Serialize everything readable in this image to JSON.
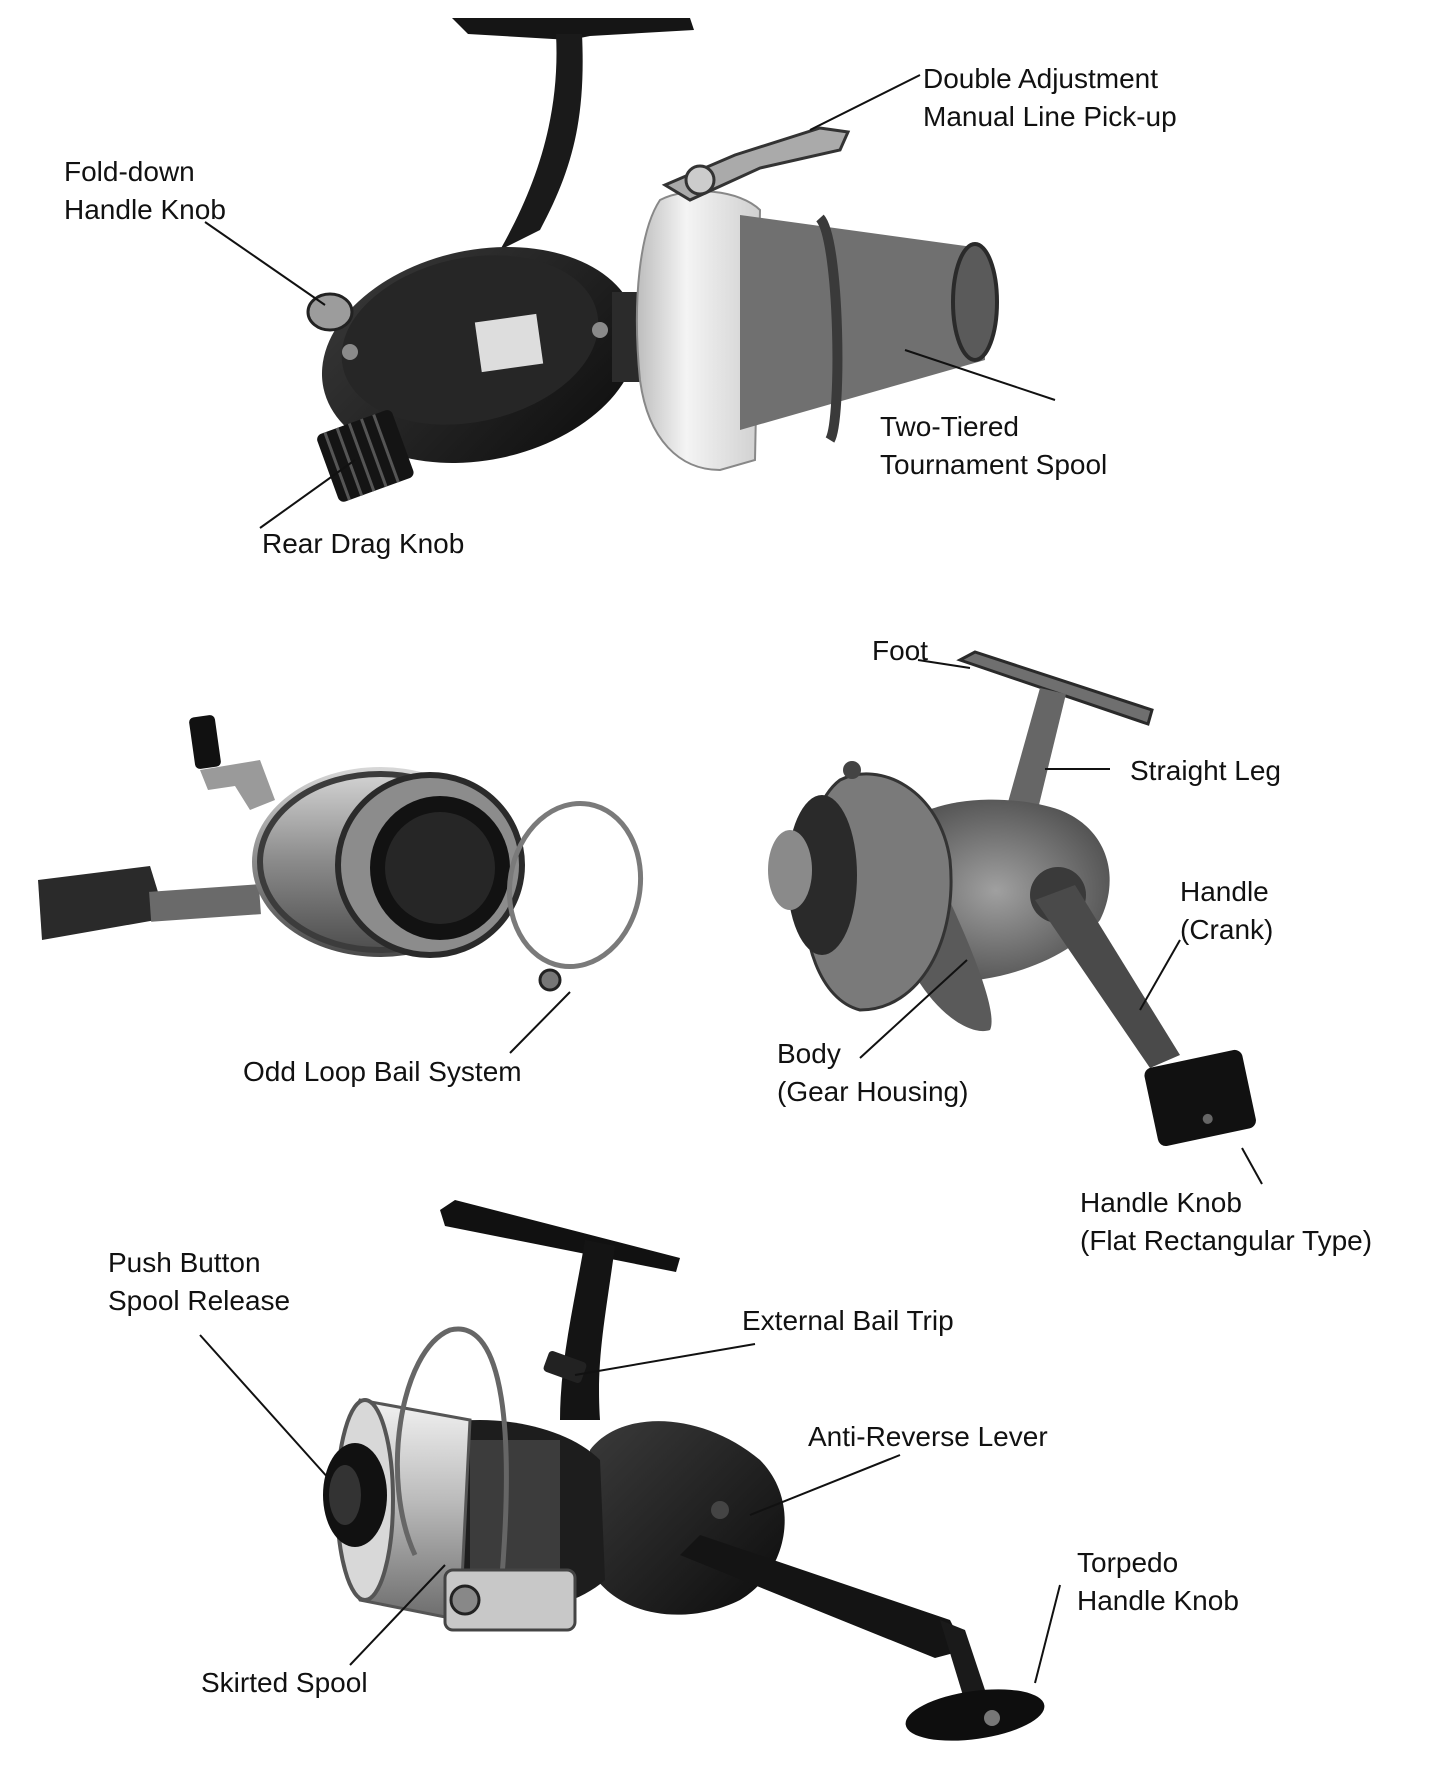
{
  "colors": {
    "ink": "#111111",
    "dark_metal": "#1c1c1c",
    "mid_metal": "#7a7a7a",
    "light_metal": "#c9c9c9",
    "white_part": "#eeeeee"
  },
  "reels": [
    {
      "id": "reel-1",
      "labels": {
        "double_adjustment": [
          "Double Adjustment",
          "Manual Line Pick-up"
        ],
        "fold_down_knob": [
          "Fold-down",
          "Handle Knob"
        ],
        "two_tiered_spool": [
          "Two-Tiered",
          "Tournament Spool"
        ],
        "rear_drag_knob": [
          "Rear Drag Knob"
        ]
      }
    },
    {
      "id": "reel-2",
      "labels": {
        "odd_loop_bail": [
          "Odd Loop Bail System"
        ]
      }
    },
    {
      "id": "reel-3",
      "labels": {
        "foot": [
          "Foot"
        ],
        "straight_leg": [
          "Straight Leg"
        ],
        "handle_crank": [
          "Handle",
          "(Crank)"
        ],
        "body": [
          "Body",
          "(Gear Housing)"
        ],
        "handle_knob_flat": [
          "Handle Knob",
          "(Flat Rectangular Type)"
        ]
      }
    },
    {
      "id": "reel-4",
      "labels": {
        "push_button": [
          "Push Button",
          "Spool Release"
        ],
        "external_bail_trip": [
          "External Bail Trip"
        ],
        "anti_reverse": [
          "Anti-Reverse Lever"
        ],
        "torpedo_knob": [
          "Torpedo",
          "Handle Knob"
        ],
        "skirted_spool": [
          "Skirted Spool"
        ]
      }
    }
  ]
}
